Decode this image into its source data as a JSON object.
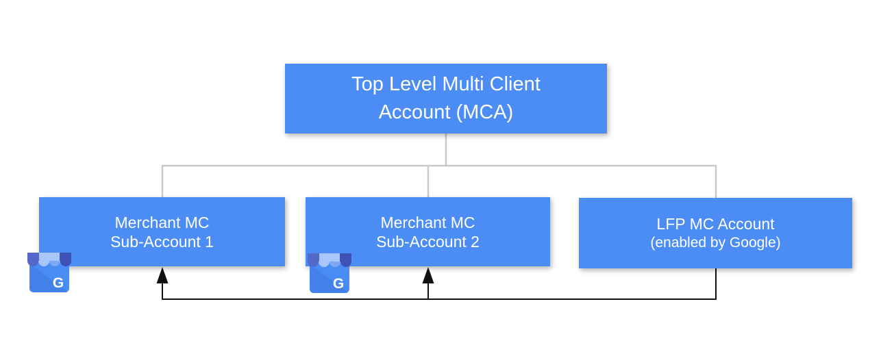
{
  "nodes": {
    "root": {
      "line1": "Top Level Multi Client",
      "line2": "Account (MCA)"
    },
    "sub1": {
      "line1": "Merchant MC",
      "line2": "Sub-Account 1"
    },
    "sub2": {
      "line1": "Merchant MC",
      "line2": "Sub-Account 2"
    },
    "lfp": {
      "line1": "LFP MC Account",
      "line2": "(enabled by Google)"
    }
  },
  "edges": [
    {
      "from": "root",
      "to": "sub1",
      "style": "plain-gray-line"
    },
    {
      "from": "root",
      "to": "sub2",
      "style": "plain-gray-line"
    },
    {
      "from": "root",
      "to": "lfp",
      "style": "plain-gray-line"
    },
    {
      "from": "lfp",
      "to": "sub1",
      "style": "black-arrow"
    },
    {
      "from": "lfp",
      "to": "sub2",
      "style": "black-arrow"
    }
  ],
  "icons": {
    "gmb": {
      "name": "google-my-business",
      "letter": "G"
    }
  },
  "colors": {
    "background": "#FFFFFF",
    "box_fill": "#4C8DF5",
    "box_text": "#FFFFFF",
    "connector_gray": "#C9C9C9",
    "arrow_black": "#111111",
    "icon_body": "#4A8CF5",
    "icon_fold": "#3F79E4",
    "icon_awning_dark_left": "#5368C9",
    "icon_awning_light": "#A9C6FB",
    "icon_awning_mid": "#7FA8F4",
    "icon_awning_dark_right": "#3D52B4"
  }
}
